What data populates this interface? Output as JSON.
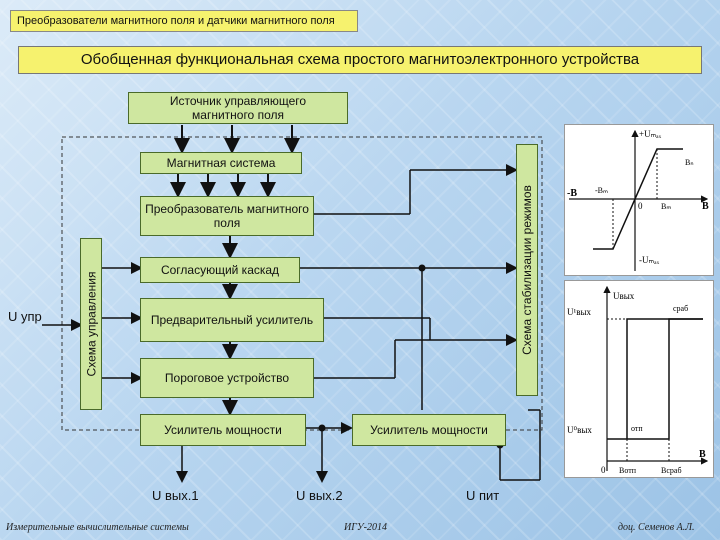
{
  "header": {
    "slide_title": "Преобразователи магнитного поля и датчики магнитного поля",
    "main_title": "Обобщенная функциональная схема простого магнитоэлектронного устройства"
  },
  "blocks": {
    "source": "Источник управляющего магнитного поля",
    "magnetic_system": "Магнитная система",
    "converter": "Преобразователь магнитного поля",
    "matching": "Согласующий каскад",
    "preamp": "Предварительный усилитель",
    "threshold": "Пороговое устройство",
    "power_amp_1": "Усилитель мощности",
    "power_amp_2": "Усилитель мощности",
    "control_scheme": "Схема управления",
    "stabilization_scheme": "Схема стабилизации режимов"
  },
  "labels": {
    "u_upr": "U упр",
    "u_out1": "U вых.1",
    "u_out2": "U вых.2",
    "u_pit": "U пит"
  },
  "graph1": {
    "y_top": "+Uₘₐₓ",
    "y_bottom": "-Uₘₐₓ",
    "x_left": "-B",
    "x_right": "B",
    "origin": "0",
    "b_left": "-Bₘ",
    "b_right": "Bₘ",
    "b_right_label": "Bₙ"
  },
  "graph2": {
    "y_axis": "Uвых",
    "y_upper": "U¹вых",
    "y_lower": "U⁰вых",
    "x_axis": "B",
    "origin": "0",
    "b_otp": "Bотп",
    "b_srab": "Bсраб",
    "srab": "сраб",
    "otp": "отп"
  },
  "footer": {
    "left": "Измерительные вычислительные системы",
    "center": "ИГУ-2014",
    "right": "доц. Семенов А.Л."
  }
}
